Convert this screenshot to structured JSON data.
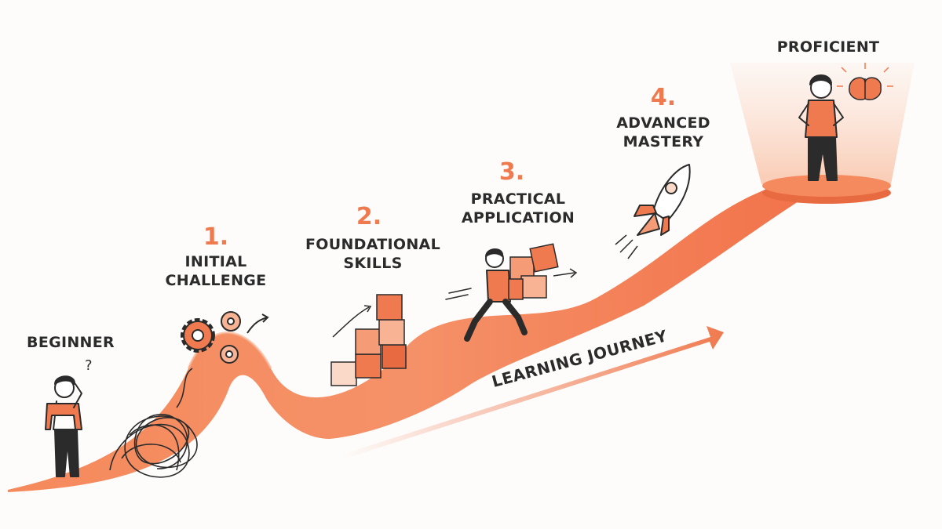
{
  "stages": {
    "beginner": {
      "label": "BEGINNER"
    },
    "initial": {
      "number": "1.",
      "line1": "INITIAL",
      "line2": "CHALLENGE"
    },
    "foundational": {
      "number": "2.",
      "line1": "FOUNDATIONAL",
      "line2": "SKILLS"
    },
    "practical": {
      "number": "3.",
      "line1": "PRACTICAL",
      "line2": "APPLICATION"
    },
    "advanced": {
      "number": "4.",
      "line1": "ADVANCED",
      "line2": "MASTERY"
    },
    "proficient": {
      "label": "PROFICIENT"
    }
  },
  "journey": {
    "label": "LEARNING JOURNEY"
  },
  "colors": {
    "accent": "#f07a4f",
    "accent_light": "#f8b394",
    "ink": "#2b2b2b",
    "background": "#fdfcfb"
  },
  "icons": [
    "confused-person-icon",
    "scribble-icon",
    "gears-icon",
    "blocks-icon",
    "puzzle-icon",
    "running-person-icon",
    "rocket-icon",
    "proud-person-icon",
    "brain-icon",
    "arrow-icon"
  ]
}
